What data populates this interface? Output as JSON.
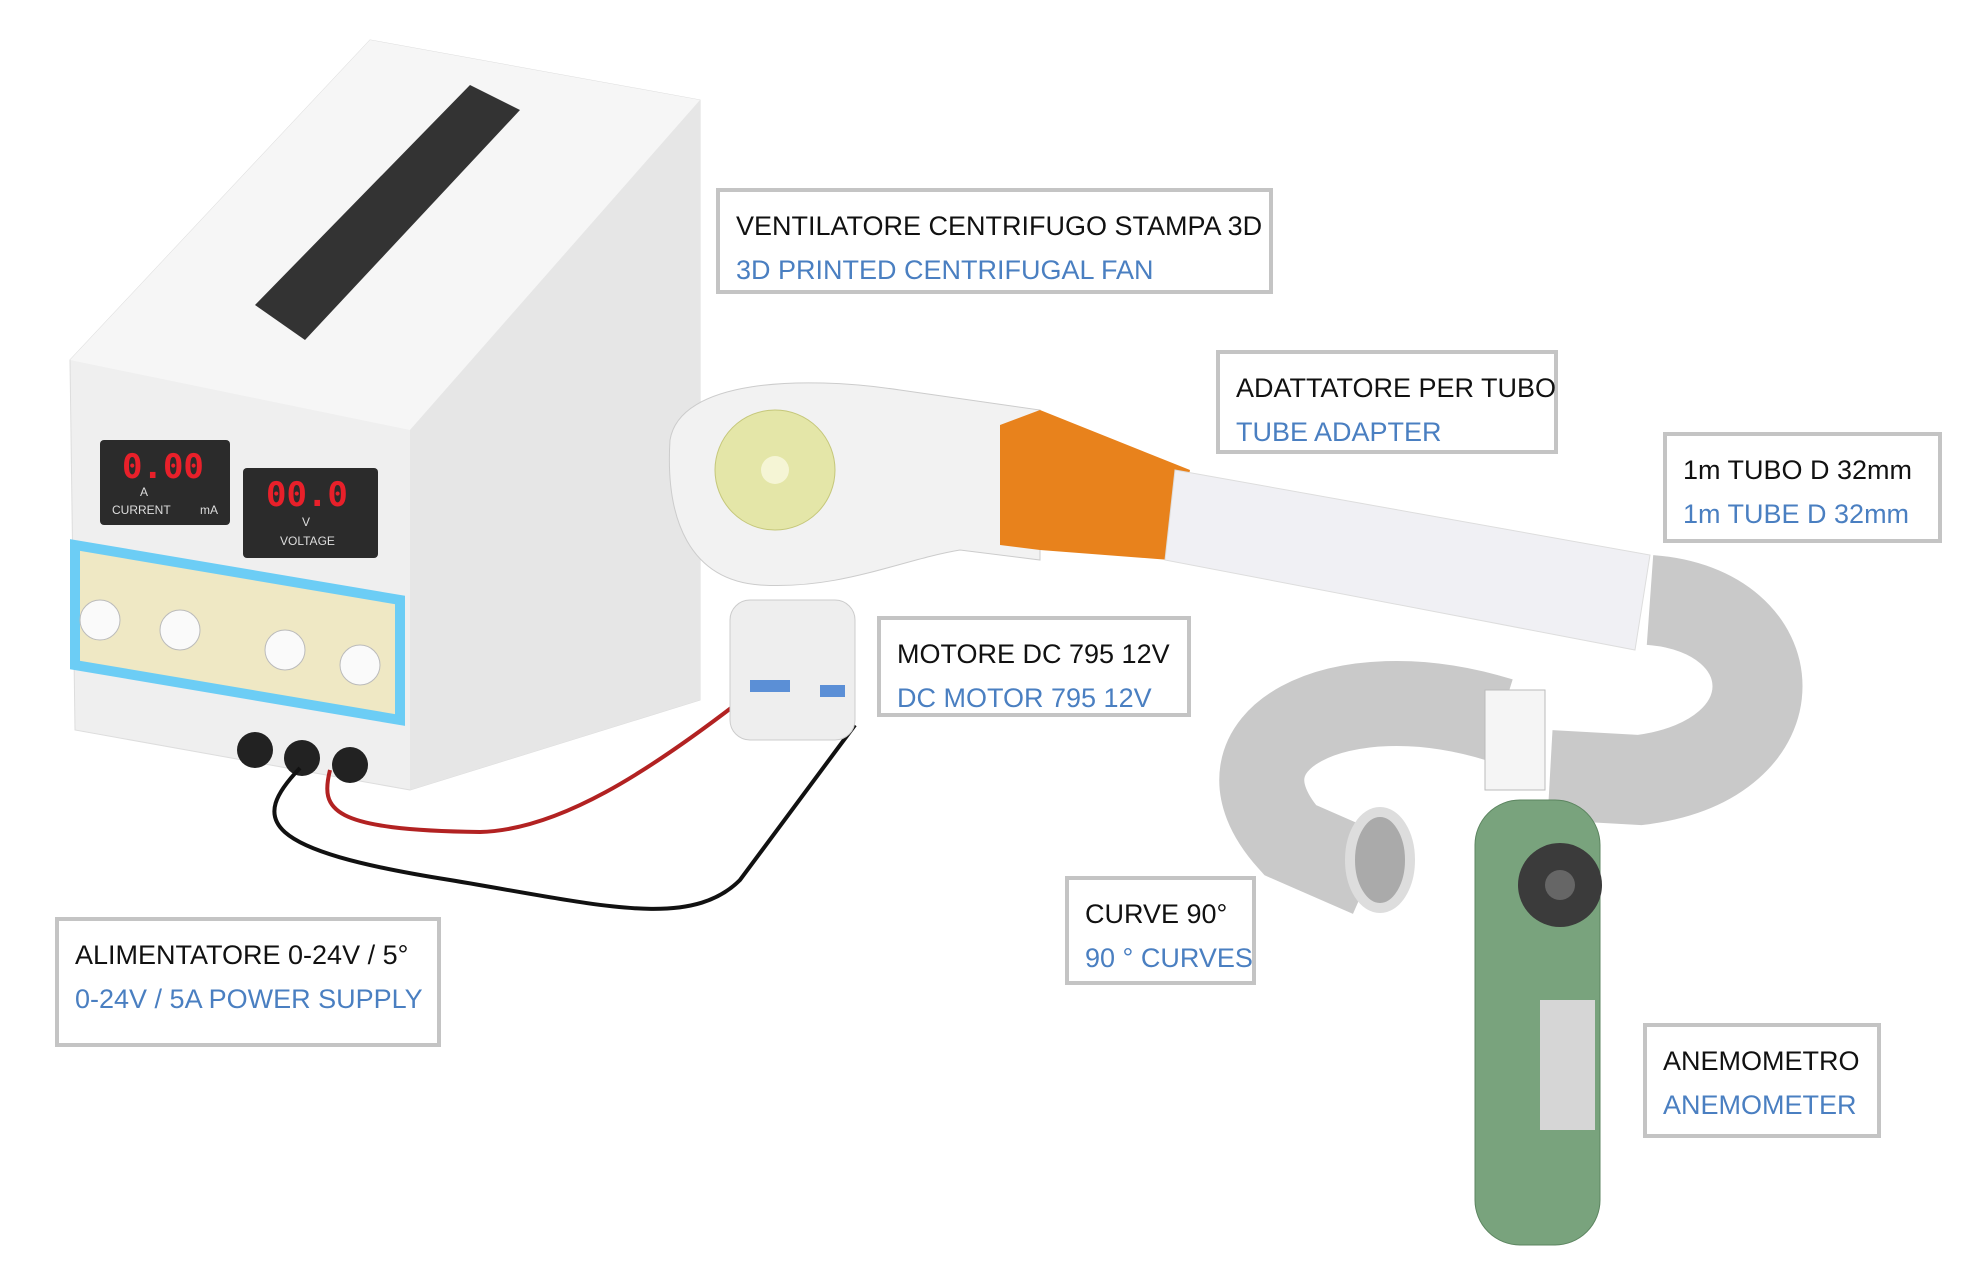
{
  "labels": {
    "fan": {
      "it": "VENTILATORE CENTRIFUGO STAMPA 3D",
      "en": "3D PRINTED CENTRIFUGAL FAN"
    },
    "adapter": {
      "it": "ADATTATORE PER TUBO",
      "en": "TUBE  ADAPTER"
    },
    "tube": {
      "it": "1m TUBO D 32mm",
      "en": "1m TUBE D 32mm"
    },
    "motor": {
      "it": "MOTORE DC 795 12V",
      "en": "DC MOTOR 795 12V"
    },
    "power": {
      "it": "ALIMENTATORE 0-24V  /  5°",
      "en": "0-24V / 5A POWER SUPPLY"
    },
    "curves": {
      "it": "CURVE 90°",
      "en": "90 ° CURVES"
    },
    "anemometer": {
      "it": "ANEMOMETRO",
      "en": "ANEMOMETER"
    }
  },
  "power_supply": {
    "current_display": "0.00",
    "current_unit_a": "A",
    "current_label": "CURRENT",
    "current_unit_ma": "mA",
    "voltage_display": "00.0",
    "voltage_unit": "V",
    "voltage_label": "VOLTAGE"
  },
  "colors": {
    "adapter": "#e8821c",
    "anemometer": "#79a37d",
    "red_wire": "#b22222",
    "black_wire": "#111111",
    "label_blue": "#4a7fc1"
  }
}
